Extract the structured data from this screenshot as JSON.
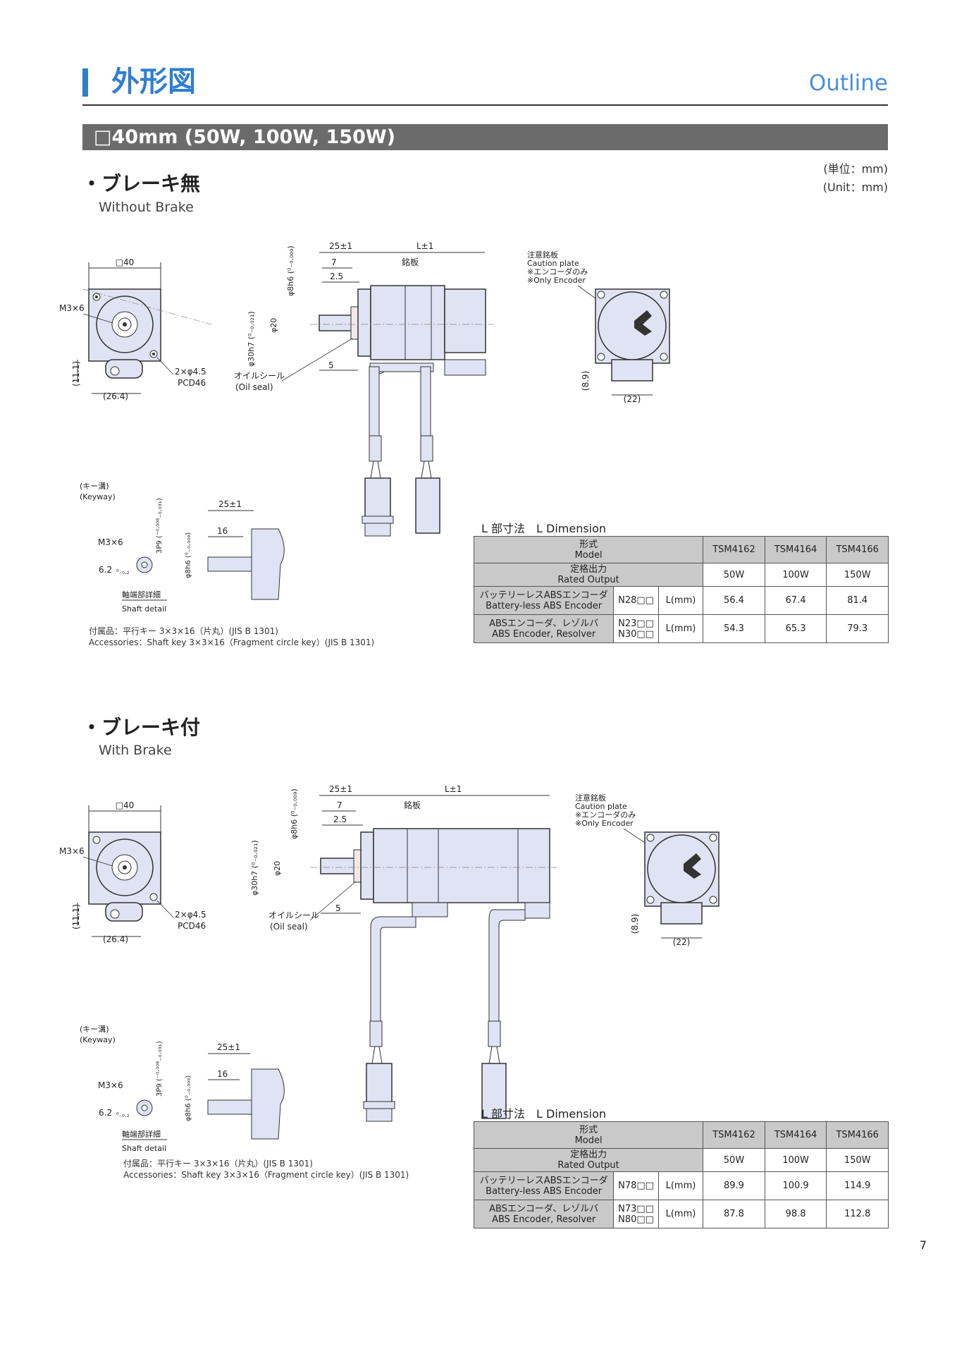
{
  "header": {
    "title_ja": "外形図",
    "title_en": "Outline"
  },
  "model_band": "□40mm (50W, 100W, 150W)",
  "unit": {
    "ja": "(単位：mm)",
    "en": "(Unit：mm)"
  },
  "labels": {
    "sq40": "□40",
    "m3x6": "M3×6",
    "holes": "2×φ4.5",
    "pcd": "PCD46",
    "dim_11_1": "(11.1)",
    "dim_26_4": "(26.4)",
    "dim_25": "25±1",
    "dim_L": "L±1",
    "dim_7": "7",
    "dim_2_5": "2.5",
    "dim_5": "5",
    "nameplate": "銘板",
    "shaft_d8": "φ8h6 (⁰₋₀.₀₀₉)",
    "spigot_d30": "φ30h7 (⁰₋₀.₀₂₁)",
    "d20": "φ20",
    "oil_seal_ja": "オイルシール",
    "oil_seal_en": "(Oil seal)",
    "caution_ja": "注意銘板",
    "caution_en": "Caution plate",
    "encoder_only_ja": "※エンコーダのみ",
    "encoder_only_en": "※Only Encoder",
    "dim_8_9": "(8.9)",
    "dim_22": "(22)",
    "keyway_ja": "(キー溝)",
    "keyway_en": "(Keyway)",
    "dim_3p9": "3P9 (⁻⁰·⁰⁰⁶₋₀.₀₃₁)",
    "dim_16": "16",
    "dim_6_2": "6.2",
    "dim_6_2_tol": "⁰₋₀.₂",
    "shaft_detail_ja": "軸端部詳細",
    "shaft_detail_en": "Shaft detail"
  },
  "without_brake": {
    "title_ja": "・ブレーキ無",
    "title_en": "Without Brake",
    "accessories_ja": "付属品：平行キー 3×3×16（片丸）(JIS B 1301)",
    "accessories_en": "Accessories：Shaft key 3×3×16（Fragment circle key）(JIS B 1301)",
    "table_title": "L 部寸法　L Dimension",
    "table": {
      "model_label_ja": "形式",
      "model_label_en": "Model",
      "output_label_ja": "定格出力",
      "output_label_en": "Rated Output",
      "models": [
        "TSM4162",
        "TSM4164",
        "TSM4166"
      ],
      "outputs": [
        "50W",
        "100W",
        "150W"
      ],
      "rows": [
        {
          "name_ja": "バッテリーレスABSエンコーダ",
          "name_en": "Battery-less ABS Encoder",
          "code1": "N28□□",
          "code2": "",
          "unit": "L(mm)",
          "values": [
            "56.4",
            "67.4",
            "81.4"
          ]
        },
        {
          "name_ja": "ABSエンコーダ、レゾルバ",
          "name_en": "ABS Encoder, Resolver",
          "code1": "N23□□",
          "code2": "N30□□",
          "unit": "L(mm)",
          "values": [
            "54.3",
            "65.3",
            "79.3"
          ]
        }
      ]
    }
  },
  "with_brake": {
    "title_ja": "・ブレーキ付",
    "title_en": "With Brake",
    "accessories_ja": "付属品：平行キー 3×3×16（片丸）(JIS B 1301)",
    "accessories_en": "Accessories：Shaft key 3×3×16（Fragment circle key）(JIS B 1301)",
    "table_title": "L 部寸法　L Dimension",
    "table": {
      "model_label_ja": "形式",
      "model_label_en": "Model",
      "output_label_ja": "定格出力",
      "output_label_en": "Rated Output",
      "models": [
        "TSM4162",
        "TSM4164",
        "TSM4166"
      ],
      "outputs": [
        "50W",
        "100W",
        "150W"
      ],
      "rows": [
        {
          "name_ja": "バッテリーレスABSエンコーダ",
          "name_en": "Battery-less ABS Encoder",
          "code1": "N78□□",
          "code2": "",
          "unit": "L(mm)",
          "values": [
            "89.9",
            "100.9",
            "114.9"
          ]
        },
        {
          "name_ja": "ABSエンコーダ、レゾルバ",
          "name_en": "ABS Encoder, Resolver",
          "code1": "N73□□",
          "code2": "N80□□",
          "unit": "L(mm)",
          "values": [
            "87.8",
            "98.8",
            "112.8"
          ]
        }
      ]
    }
  },
  "page_number": "7"
}
